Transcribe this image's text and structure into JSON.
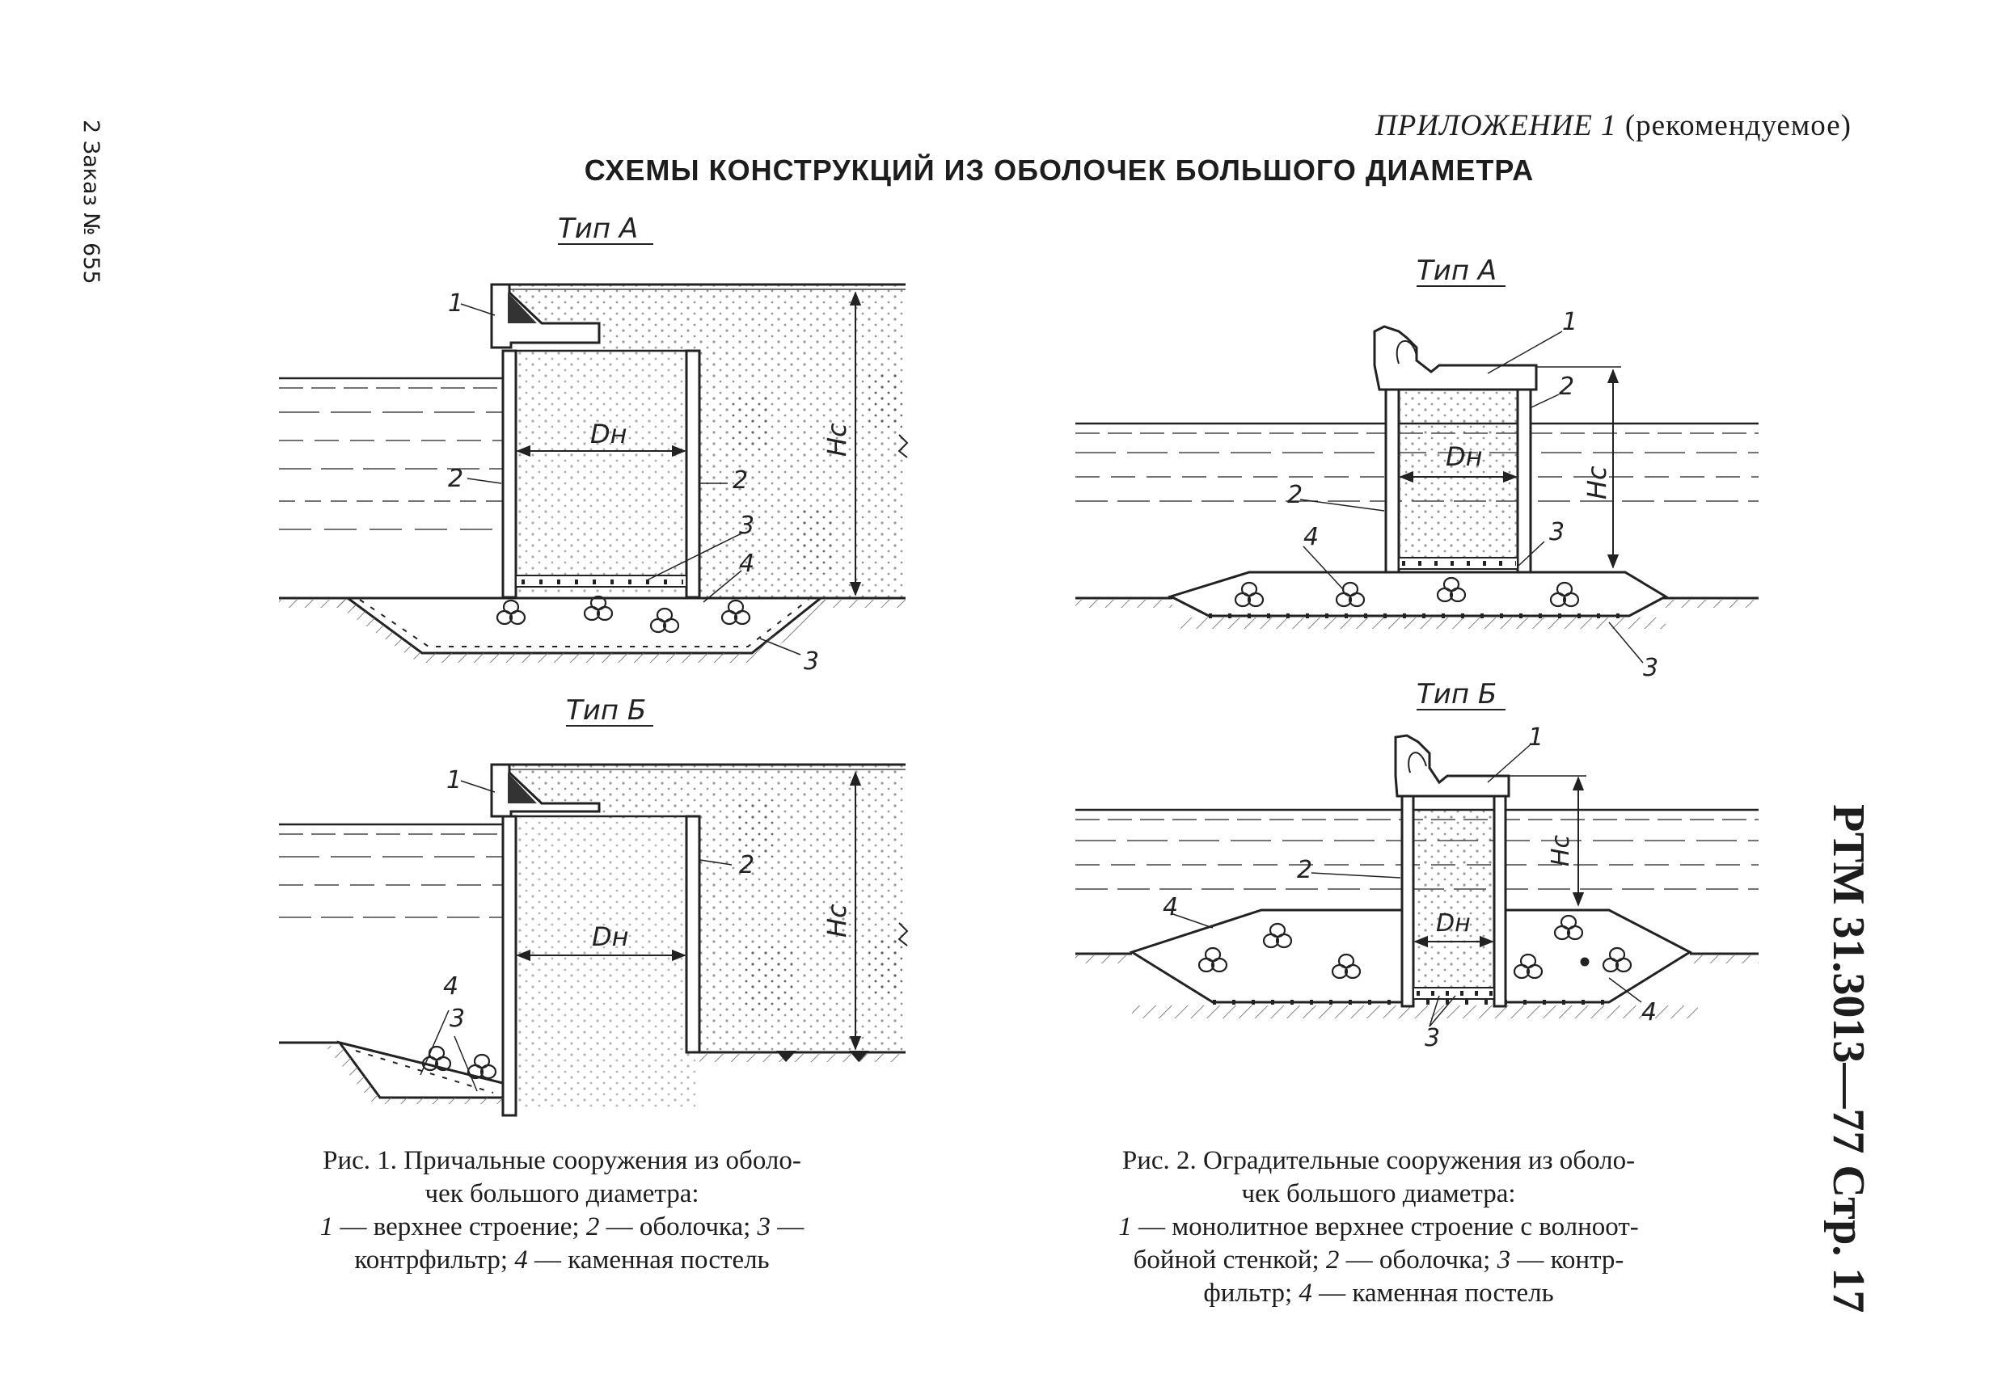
{
  "header": {
    "appendix_label": "ПРИЛОЖЕНИЕ 1",
    "appendix_note": "(рекомендуемое)",
    "title": "СХЕМЫ КОНСТРУКЦИЙ ИЗ ОБОЛОЧЕК БОЛЬШОГО ДИАМЕТРА"
  },
  "margin": {
    "left_text": "2 Заказ № 655",
    "right_text": "РТМ 31.3013—77 Стр. 17"
  },
  "figures": {
    "fig1": {
      "type_a": "Тип А",
      "type_b": "Тип Б",
      "dim_diameter": "Dн",
      "dim_height": "Hс",
      "callouts": [
        "1",
        "2",
        "3",
        "4"
      ],
      "caption": {
        "line1": "Рис. 1. Причальные сооружения из оболо-",
        "line2": "чек большого диаметра:",
        "n1": "1",
        "t1": " — верхнее строение; ",
        "n2": "2",
        "t2": " — оболочка; ",
        "n3": "3",
        "t3": " —",
        "line4_text": "контрфильтр; ",
        "n4": "4",
        "t4": " — каменная постель"
      }
    },
    "fig2": {
      "type_a": "Тип А",
      "type_b": "Тип Б",
      "dim_diameter": "Dн",
      "dim_height": "Hс",
      "callouts": [
        "1",
        "2",
        "3",
        "4"
      ],
      "caption": {
        "line1": "Рис. 2. Оградительные  сооружения из оболо-",
        "line2": "чек большого диаметра:",
        "n1": "1",
        "t1": " — монолитное верхнее строение с волноот-",
        "line4a": "бойной стенкой;  ",
        "n2": "2",
        "t2": " — оболочка;  ",
        "n3": "3",
        "t3": " — контр-",
        "line5a": "фильтр; ",
        "n4": "4",
        "t4": " — каменная постель"
      }
    }
  }
}
